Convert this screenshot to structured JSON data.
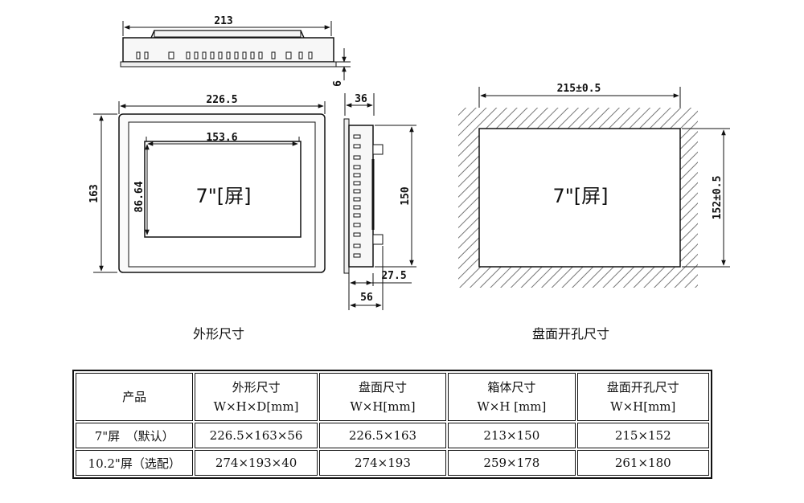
{
  "side_view": {
    "width_label": "213",
    "depth_label": "6"
  },
  "front_view": {
    "width_label": "226.5",
    "height_label": "163",
    "screen_width_label": "153.6",
    "screen_height_label": "86.64",
    "screen_text": "7\"[屏]",
    "caption": "外形尺寸"
  },
  "profile_view": {
    "depth_label": "36",
    "height_label": "150",
    "bottom_label": "27.5",
    "total_depth_label": "56"
  },
  "cutout_view": {
    "width_label": "215±0.5",
    "height_label": "152±0.5",
    "screen_text": "7\"[屏]",
    "caption": "盘面开孔尺寸"
  },
  "table": {
    "header": {
      "product": "产品",
      "col1_title": "外形尺寸",
      "col1_unit": "W×H×D[mm]",
      "col2_title": "盘面尺寸",
      "col2_unit": "W×H[mm]",
      "col3_title": "箱体尺寸",
      "col3_unit": "W×H [mm]",
      "col4_title": "盘面开孔尺寸",
      "col4_unit": "W×H[mm]"
    },
    "rows": [
      {
        "product": "7\"屏　（默认）",
        "outer": "226.5×163×56",
        "panel": "226.5×163",
        "box": "213×150",
        "cutout": "215×152"
      },
      {
        "product": "10.2\"屏（选配）",
        "outer": "274×193×40",
        "panel": "274×193",
        "box": "259×178",
        "cutout": "261×180"
      }
    ]
  }
}
